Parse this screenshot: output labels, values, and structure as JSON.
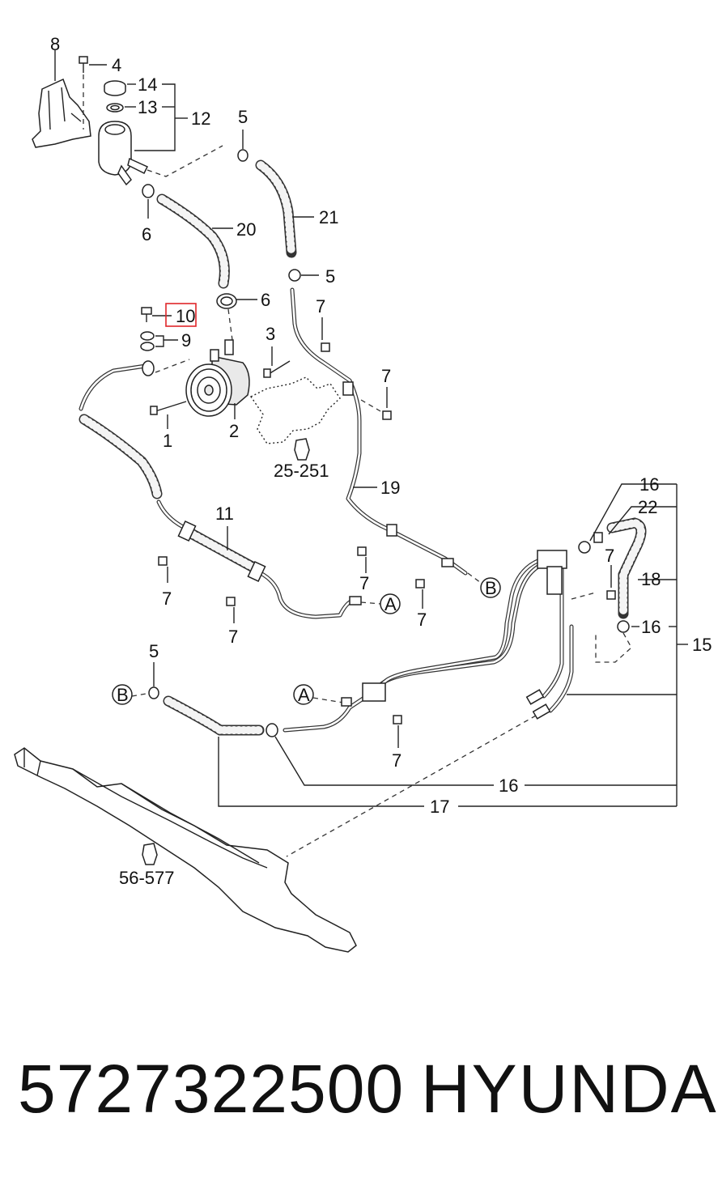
{
  "diagram": {
    "callouts": {
      "n1": "1",
      "n2": "2",
      "n3": "3",
      "n4": "4",
      "n5a": "5",
      "n5b": "5",
      "n5c": "5",
      "n6a": "6",
      "n6b": "6",
      "n7a": "7",
      "n7b": "7",
      "n7c": "7",
      "n7d": "7",
      "n7e": "7",
      "n7f": "7",
      "n7g": "7",
      "n7h": "7",
      "n8": "8",
      "n9": "9",
      "n10": "10",
      "n11": "11",
      "n12": "12",
      "n13": "13",
      "n14": "14",
      "n15": "15",
      "n16a": "16",
      "n16b": "16",
      "n16c": "16",
      "n17": "17",
      "n18": "18",
      "n19": "19",
      "n20": "20",
      "n21": "21",
      "n22": "22"
    },
    "refs": {
      "ref1": "25-251",
      "ref2": "56-577"
    },
    "markers": {
      "a1": "A",
      "a2": "A",
      "b1": "B",
      "b2": "B"
    },
    "highlighted_part": "10"
  },
  "footer": {
    "part_number": "5727322500",
    "brand": "HYUNDAI"
  }
}
